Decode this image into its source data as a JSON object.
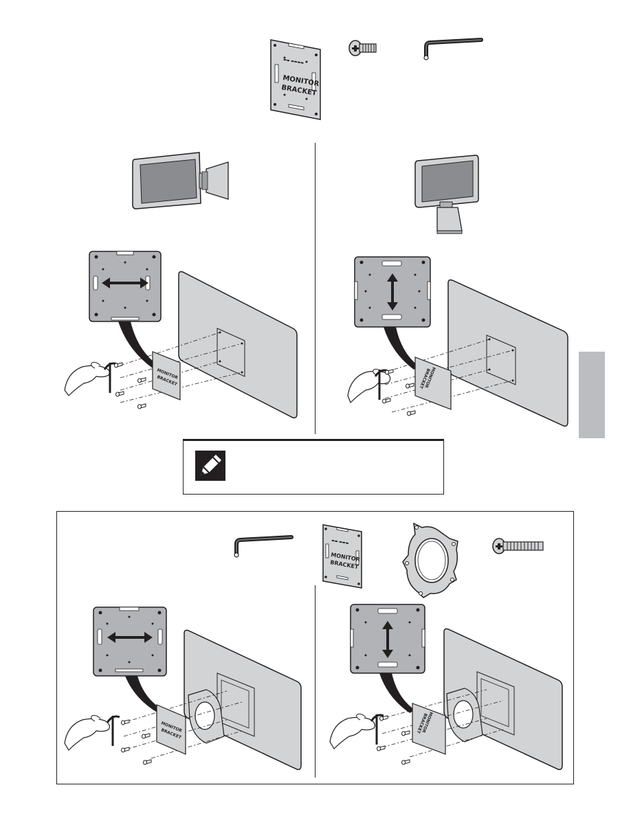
{
  "parts_top": {
    "bracket_text": [
      "MONITOR",
      "BRACKET"
    ]
  },
  "parts_bottom": {
    "bracket_text": [
      "MONITOR",
      "BRACKET"
    ]
  },
  "note_box": {
    "icon": "pencil-note-icon",
    "text": ""
  },
  "side_tab": {
    "color": "#bcbdc0"
  },
  "colors": {
    "plate": "#b1b3b6",
    "panel": "#d1d3d4",
    "ink": "#231f20",
    "screen": "#8a8c8f"
  }
}
